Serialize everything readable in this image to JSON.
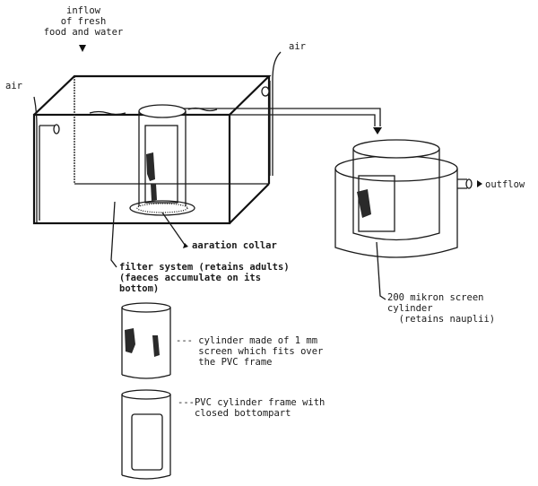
{
  "labels": {
    "inflow": "inflow\nof fresh\nfood and water",
    "air_left": "air",
    "air_right": "air",
    "outflow": "outflow",
    "aeration_collar": "aaration collar",
    "filter_system": "filter system (retains adults)\n(faeces accumulate on its\nbottom)",
    "screen_cylinder": "200 mikron screen\ncylinder\n  (retains nauplii)",
    "cylinder_screen": "--- cylinder made of 1 mm\n    screen which fits over\n    the PVC frame",
    "pvc_frame": "---PVC cylinder frame with\n   closed bottompart"
  }
}
